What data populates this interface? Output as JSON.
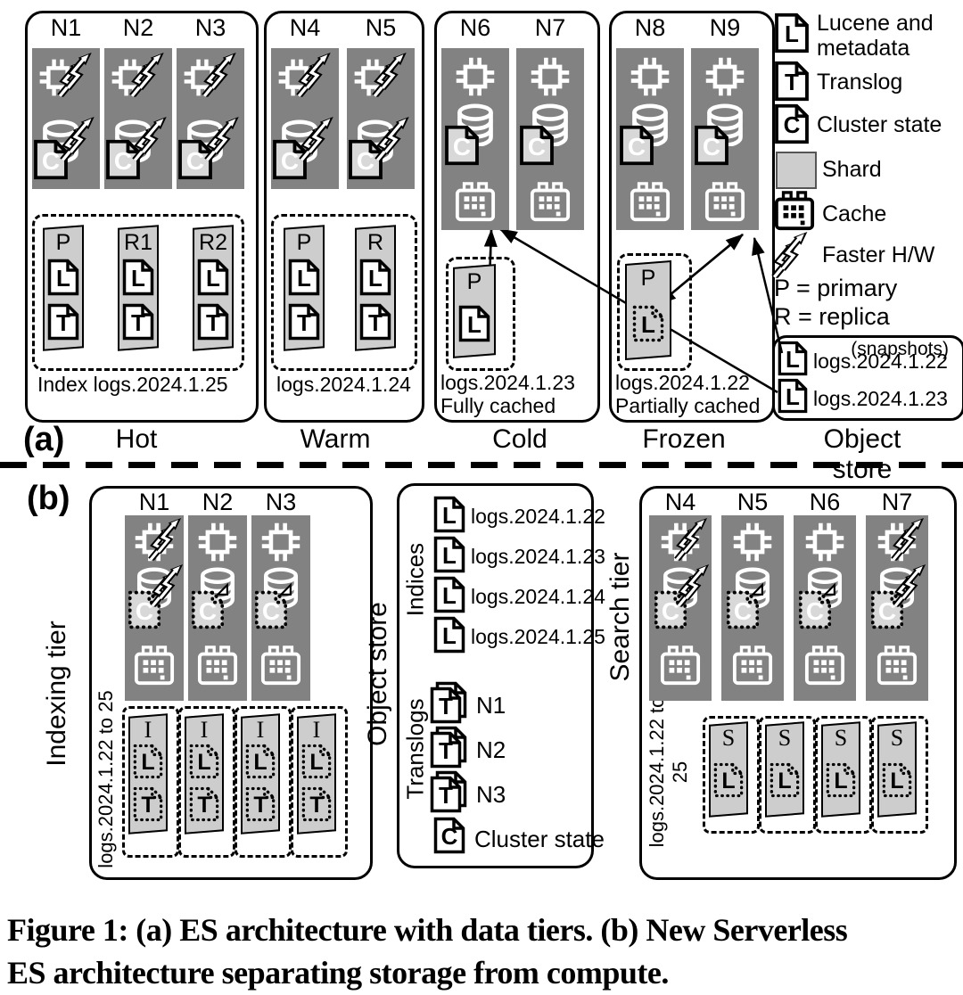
{
  "glyphs": {
    "lucene": "L",
    "translog": "T",
    "cluster": "C"
  },
  "part_a": {
    "label": "(a)",
    "tiers": [
      {
        "name": "Hot",
        "nodes": [
          "N1",
          "N2",
          "N3"
        ],
        "shards": [
          "P",
          "R1",
          "R2"
        ],
        "index_label": "Index logs.2024.1.25"
      },
      {
        "name": "Warm",
        "nodes": [
          "N4",
          "N5"
        ],
        "shards": [
          "P",
          "R"
        ],
        "index_label": "logs.2024.1.24"
      },
      {
        "name": "Cold",
        "nodes": [
          "N6",
          "N7"
        ],
        "shards": [
          "P"
        ],
        "index_label": "logs.2024.1.23",
        "cache_note": "Fully cached"
      },
      {
        "name": "Frozen",
        "nodes": [
          "N8",
          "N9"
        ],
        "shards": [
          "P"
        ],
        "index_label": "logs.2024.1.22",
        "cache_note": "Partially cached"
      }
    ],
    "object_store": {
      "name": "Object store",
      "note": "(snapshots)",
      "snapshots": [
        "logs.2024.1.22",
        "logs.2024.1.23"
      ]
    },
    "legend": {
      "lucene": "Lucene and metadata",
      "translog": "Translog",
      "cluster": "Cluster state",
      "shard": "Shard",
      "cache": "Cache",
      "faster": "Faster H/W",
      "primary": "P = primary",
      "replica": "R = replica"
    }
  },
  "part_b": {
    "label": "(b)",
    "indexing": {
      "title": "Indexing tier",
      "nodes": [
        "N1",
        "N2",
        "N3"
      ],
      "shard_letter": "I",
      "index_label": "logs.2024.1.22 to 25"
    },
    "object_store": {
      "title": "Object store",
      "indices_label": "Indices",
      "indices": [
        "logs.2024.1.22",
        "logs.2024.1.23",
        "logs.2024.1.24",
        "logs.2024.1.25"
      ],
      "translogs_label": "Translogs",
      "translogs": [
        "N1",
        "N2",
        "N3"
      ],
      "cluster_label": "Cluster state"
    },
    "search": {
      "title": "Search tier",
      "nodes": [
        "N4",
        "N5",
        "N6",
        "N7"
      ],
      "shard_letter": "S",
      "index_label": "logs.2024.1.22 to 25"
    }
  },
  "caption": {
    "line1": "Figure 1: (a) ES architecture with data tiers. (b) New Serverless",
    "line2": "ES architecture separating storage from compute."
  }
}
